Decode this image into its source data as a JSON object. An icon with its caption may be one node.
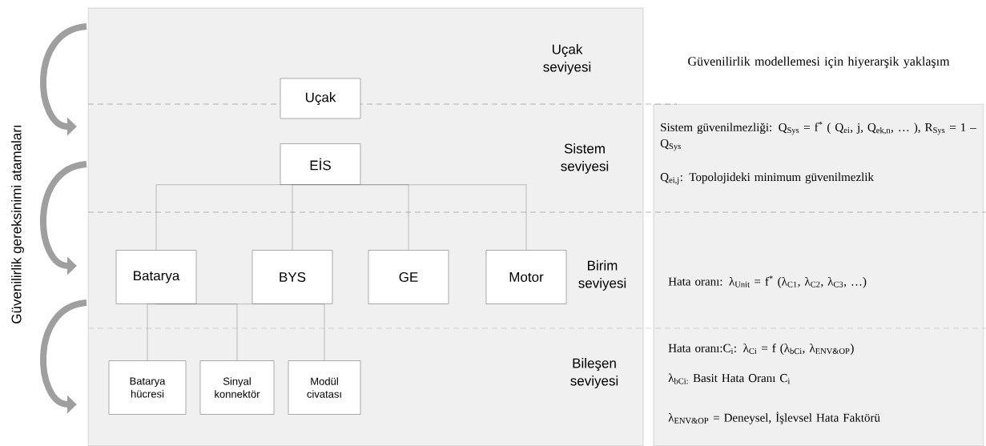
{
  "diagram": {
    "nodes": [
      {
        "text": [
          "Uçak"
        ]
      },
      {
        "text": [
          "EİS"
        ]
      },
      {
        "text": [
          "Batarya"
        ]
      },
      {
        "text": [
          "BYS"
        ]
      },
      {
        "text": [
          "GE"
        ]
      },
      {
        "text": [
          "Motor"
        ]
      },
      {
        "text": [
          "Batarya hücresi"
        ]
      },
      {
        "text": [
          "Sinyal konnektör"
        ]
      },
      {
        "text": [
          "Modül civatası"
        ]
      }
    ],
    "edges": [
      {
        "from": 1,
        "to": 2,
        "arrow": "none"
      },
      {
        "from": 1,
        "to": 3,
        "arrow": "none"
      },
      {
        "from": 1,
        "to": 4,
        "arrow": "none"
      },
      {
        "from": 1,
        "to": 5,
        "arrow": "none"
      },
      {
        "from": 2,
        "to": 6,
        "arrow": "none"
      },
      {
        "from": 2,
        "to": 7,
        "arrow": "none"
      },
      {
        "from": 2,
        "to": 8,
        "arrow": "none"
      }
    ],
    "labels": [
      "Güvenilirlik gereksinimi atamaları",
      "Uçak seviyesi",
      "Güvenilirlik modellemesi için hiyerarşik yaklaşım",
      "Sistem seviyesi",
      "Sistem güvenilmezliği: Q$_{Sys}$ = f$^{*}$ ( Q$_{ei}$, j, Q$_{ek,n}$, … ), R$_{Sys}$ = 1 – Q$_{Sys}$",
      "Q$_{ei,j}$: Topolojideki minimum güvenilmezlik",
      "Birim seviyesi",
      "Hata oranı: λ$_{Unit}$ = f$^{*}$ (λ$_{C1}$, λ$_{C2}$, λ$_{C3}$, …)",
      "Bileşen seviyesi",
      "Hata oranı:C$_{i}$: λ$_{Ci}$ = f (λ$_{bCi}$, λ$_{ENV&OP}$)",
      "λ$_{bCi:}$ Basit Hata Oranı C$_{i}$",
      "λ$_{ENV&OP}$ = Deneysel, İşlevsel Hata Faktörü"
    ]
  }
}
